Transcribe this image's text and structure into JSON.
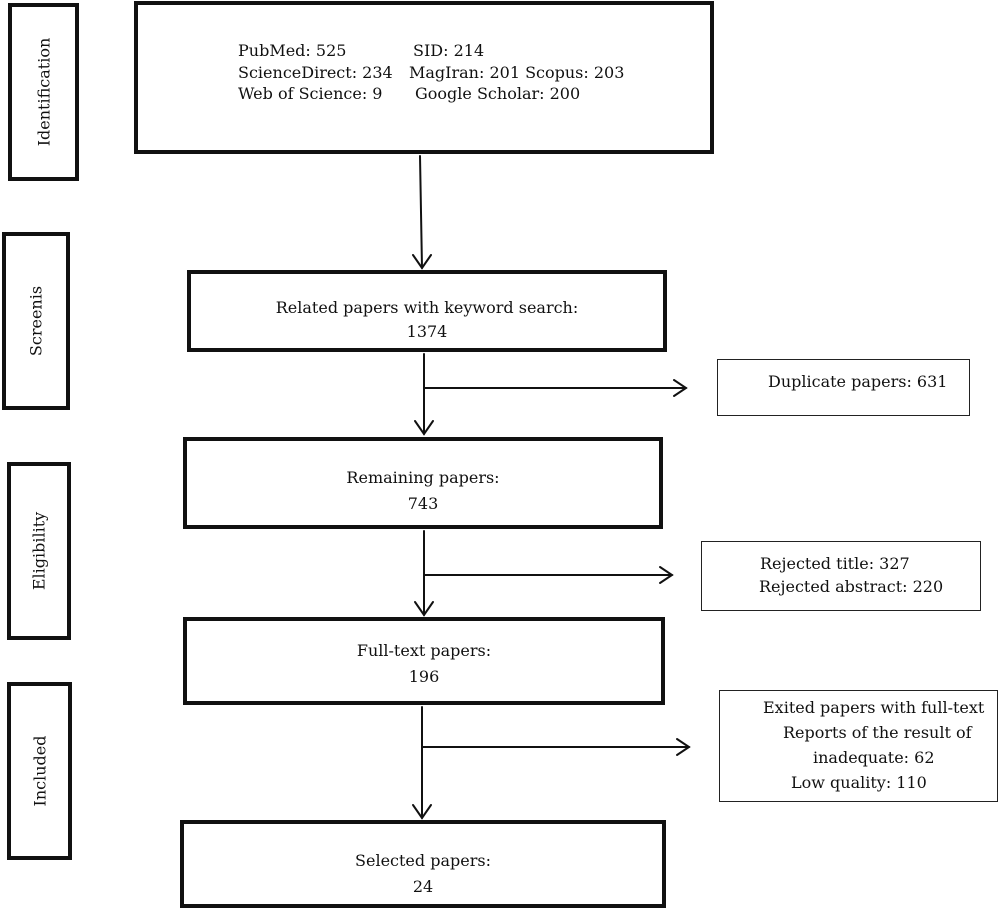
{
  "stages": {
    "identification": "Identification",
    "screening": "Screenis",
    "eligibility": "Eligibility",
    "included": "Included"
  },
  "sources": {
    "pubmed": "PubMed: 525",
    "sid": "SID: 214",
    "sciencedirect": "ScienceDirect: 234",
    "magiran_scopus": "MagIran: 201 Scopus: 203",
    "webofscience": "Web of Science: 9",
    "googlescholar": "Google Scholar: 200"
  },
  "boxes": {
    "related": {
      "line1": "Related papers with keyword search:",
      "line2": "1374"
    },
    "remaining": {
      "line1": "Remaining papers:",
      "line2": "743"
    },
    "fulltext": {
      "line1": "Full-text papers:",
      "line2": "196"
    },
    "selected": {
      "line1": "Selected papers:",
      "line2": "24"
    }
  },
  "exclusions": {
    "duplicate": "Duplicate papers: 631",
    "rejected_title": "Rejected title: 327",
    "rejected_abstract": "Rejected abstract: 220",
    "exited_1": "Exited papers with full-text",
    "exited_2": "Reports of the result of",
    "exited_3": "inadequate: 62",
    "exited_4": "Low quality: 110"
  }
}
